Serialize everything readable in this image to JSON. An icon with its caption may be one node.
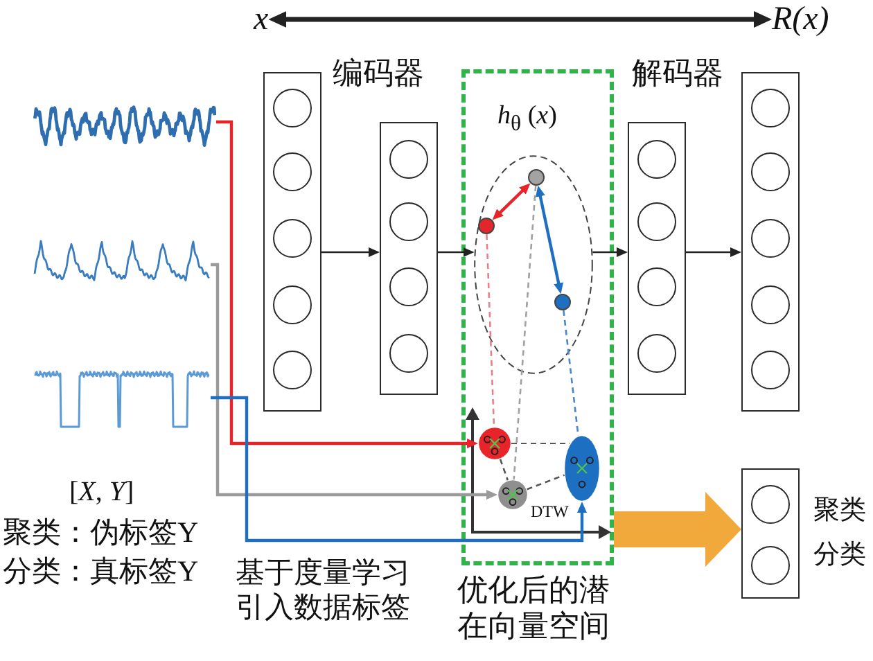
{
  "diagram": {
    "nodes": [
      {
        "text": [
          "x"
        ]
      },
      {
        "text": [
          "R(x)"
        ]
      },
      {
        "text": [],
        "shape": "picture"
      },
      {
        "text": [],
        "shape": "picture"
      },
      {
        "text": [],
        "shape": "picture"
      },
      {
        "text": [],
        "shape": "box"
      },
      {
        "text": [],
        "shape": "circle",
        "in": 5
      },
      {
        "text": [],
        "shape": "circle",
        "in": 5
      },
      {
        "text": [],
        "shape": "circle",
        "in": 5
      },
      {
        "text": [],
        "shape": "circle",
        "in": 5
      },
      {
        "text": [],
        "shape": "circle",
        "in": 5
      },
      {
        "text": [],
        "shape": "box"
      },
      {
        "text": [],
        "shape": "circle",
        "in": 11
      },
      {
        "text": [],
        "shape": "circle",
        "in": 11
      },
      {
        "text": [],
        "shape": "circle",
        "in": 11
      },
      {
        "text": [],
        "shape": "circle",
        "in": 11
      },
      {
        "text": [
          "*h*$_{θ}$ (*x*)"
        ],
        "beside": [
          "优化后的潜在向量空间"
        ]
      },
      {
        "text": [],
        "shape": "ellipse",
        "in": 16
      },
      {
        "text": [],
        "shape": "circle",
        "in": 17
      },
      {
        "text": [],
        "shape": "circle",
        "in": 17
      },
      {
        "text": [],
        "shape": "circle",
        "in": 17
      },
      {
        "text": [],
        "shape": "circle",
        "in": 16
      },
      {
        "text": [],
        "shape": "circle",
        "in": 16
      },
      {
        "text": [],
        "shape": "ellipse",
        "in": 16
      },
      {
        "text": [],
        "shape": "box"
      },
      {
        "text": [],
        "shape": "circle",
        "in": 24
      },
      {
        "text": [],
        "shape": "circle",
        "in": 24
      },
      {
        "text": [],
        "shape": "circle",
        "in": 24
      },
      {
        "text": [],
        "shape": "circle",
        "in": 24
      },
      {
        "text": [],
        "shape": "box"
      },
      {
        "text": [],
        "shape": "circle",
        "in": 29
      },
      {
        "text": [],
        "shape": "circle",
        "in": 29
      },
      {
        "text": [],
        "shape": "circle",
        "in": 29
      },
      {
        "text": [],
        "shape": "circle",
        "in": 29
      },
      {
        "text": [],
        "shape": "circle",
        "in": 29
      },
      {
        "text": [],
        "shape": "box",
        "beside": [
          "聚类",
          "分类"
        ]
      },
      {
        "text": [],
        "shape": "circle",
        "in": 35
      },
      {
        "text": [],
        "shape": "circle",
        "in": 35
      }
    ],
    "edges": [
      {
        "from": 0,
        "to": 1,
        "arrow": "both",
        "style": "thick"
      },
      {
        "from": 2,
        "to": 21,
        "arrow": "to",
        "color": "#e8232a"
      },
      {
        "from": 3,
        "to": 22,
        "arrow": "to",
        "color": "#9a9a9a"
      },
      {
        "from": 4,
        "to": 23,
        "arrow": "to",
        "color": "#1f6fc0"
      },
      {
        "from": 5,
        "to": 11,
        "arrow": "to"
      },
      {
        "from": 11,
        "to": 17,
        "arrow": "to"
      },
      {
        "from": 17,
        "to": 24,
        "arrow": "to"
      },
      {
        "from": 24,
        "to": 29,
        "arrow": "to"
      },
      {
        "from": 19,
        "to": 18,
        "arrow": "both",
        "color": "#e8232a"
      },
      {
        "from": 18,
        "to": 20,
        "arrow": "both",
        "color": "#1f6fc0"
      },
      {
        "from": 19,
        "to": 21,
        "arrow": "none",
        "style": "dashed",
        "color": "#e8808a"
      },
      {
        "from": 18,
        "to": 22,
        "arrow": "none",
        "style": "dashed",
        "color": "#a0a0a0"
      },
      {
        "from": 20,
        "to": 23,
        "arrow": "none",
        "style": "dashed",
        "color": "#4a86c8"
      },
      {
        "from": 21,
        "to": 23,
        "arrow": "none",
        "style": "dashed",
        "color": "#555555"
      },
      {
        "from": 21,
        "to": 22,
        "arrow": "none",
        "style": "dashed",
        "color": "#555555"
      },
      {
        "from": 22,
        "to": 23,
        "arrow": "none",
        "style": "dashed",
        "color": "#555555"
      },
      {
        "from": 16,
        "to": 35,
        "arrow": "to",
        "style": "thick",
        "color": "#f2a93b"
      }
    ],
    "labels": [
      "编码器",
      "解码器",
      "DTW",
      "[*X*, *Y*]",
      "聚类：伪标签Y",
      "分类：真标签Y",
      "基于度量学习引入数据标签"
    ]
  }
}
